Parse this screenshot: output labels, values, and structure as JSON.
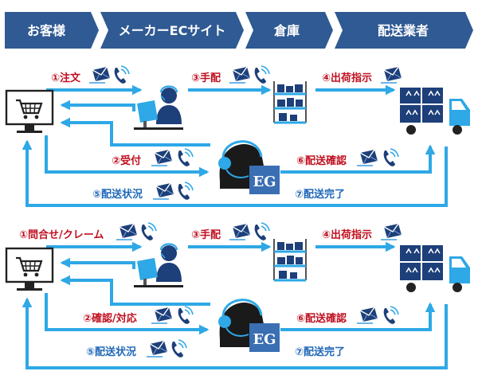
{
  "colors": {
    "header": "#2f5a93",
    "flow": "#2ea8e6",
    "label_red": "#c01020",
    "label_blue": "#1f68b8",
    "dark": "#222222",
    "eg_blue": "#3a6fb3"
  },
  "header": {
    "customer": "お客様",
    "maker": "メーカーECサイト",
    "warehouse": "倉庫",
    "carrier": "配送業者"
  },
  "eg_logo": {
    "letters": "EG"
  },
  "icons": [
    "mail-icon",
    "phone-icon",
    "computer-cart-icon",
    "operator-icon",
    "warehouse-shelf-icon",
    "delivery-truck-icon",
    "support-headset-icon"
  ],
  "flow_top": {
    "order": "①注文",
    "arrange": "③手配",
    "ship": "④出荷指示",
    "accept": "②受付",
    "confirm": "⑥配送確認",
    "status": "⑤配送状況",
    "complete": "⑦配送完了"
  },
  "flow_bottom": {
    "inquiry": "①問合せ/クレーム",
    "arrange": "③手配",
    "ship": "④出荷指示",
    "respond": "②確認/対応",
    "confirm": "⑥配送確認",
    "status": "⑤配送状況",
    "complete": "⑦配送完了"
  }
}
